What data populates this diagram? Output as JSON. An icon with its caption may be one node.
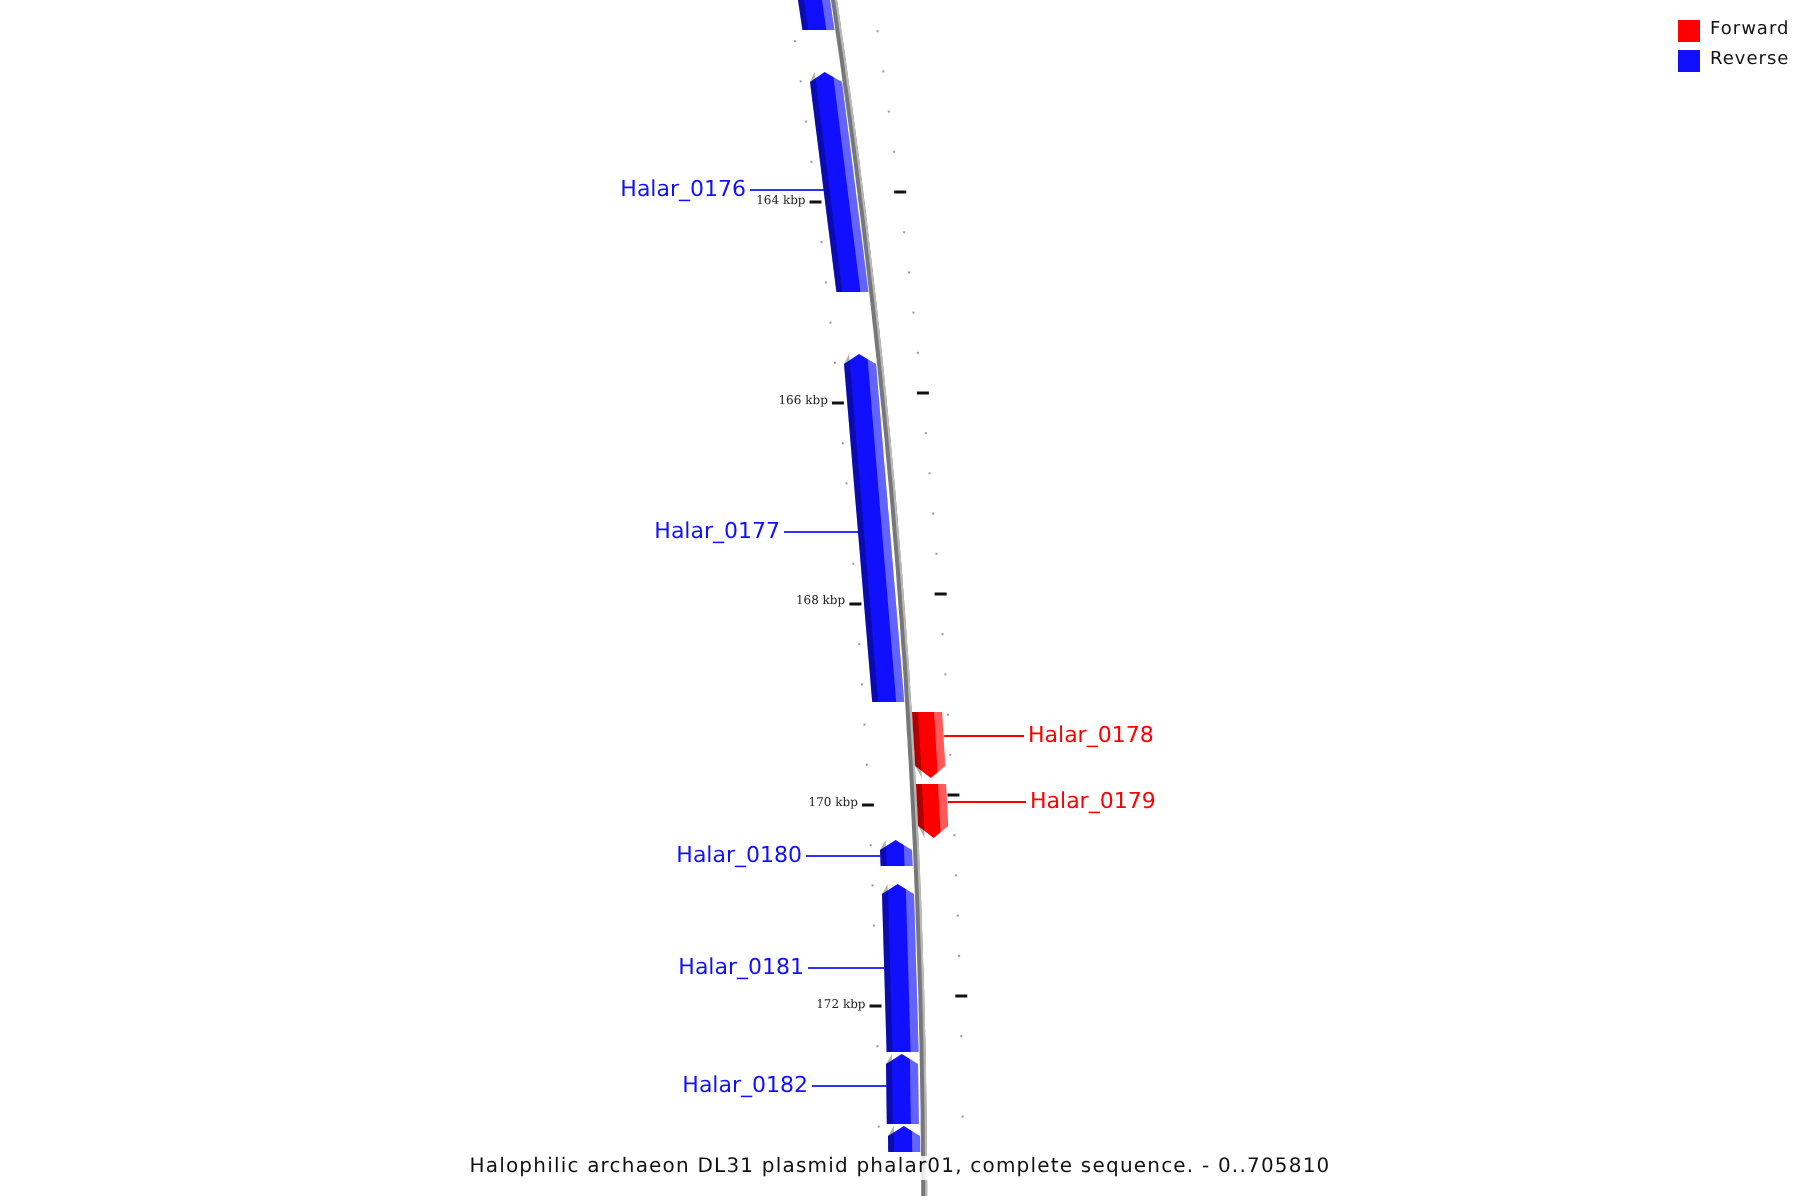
{
  "diagram": {
    "caption": "Halophilic archaeon DL31 plasmid phalar01, complete sequence. - 0..705810",
    "nodes": [
      {
        "text": [],
        "shape": "arrow"
      },
      {
        "text": [
          "Halar_0176"
        ]
      },
      {
        "text": [],
        "shape": "arrow"
      },
      {
        "text": [
          "Halar_0177"
        ]
      },
      {
        "text": [],
        "shape": "arrow"
      },
      {
        "text": [
          "Halar_0178"
        ]
      },
      {
        "text": [],
        "shape": "arrow"
      },
      {
        "text": [
          "Halar_0179"
        ]
      },
      {
        "text": [],
        "shape": "arrow"
      },
      {
        "text": [
          "Halar_0180"
        ]
      },
      {
        "text": [],
        "shape": "arrow"
      },
      {
        "text": [
          "Halar_0181"
        ]
      },
      {
        "text": [],
        "shape": "arrow"
      },
      {
        "text": [
          "Halar_0182"
        ]
      },
      {
        "text": [],
        "shape": "arrow"
      },
      {
        "text": [],
        "shape": "arrow"
      }
    ],
    "edges": [
      {
        "from": 1,
        "to": 2,
        "arrow": "none"
      },
      {
        "from": 3,
        "to": 4,
        "arrow": "none"
      },
      {
        "from": 5,
        "to": 6,
        "arrow": "none",
        "color": "#ff0000"
      },
      {
        "from": 7,
        "to": 8,
        "arrow": "none",
        "color": "#ff0000"
      },
      {
        "from": 9,
        "to": 10,
        "arrow": "none"
      },
      {
        "from": 11,
        "to": 12,
        "arrow": "none"
      },
      {
        "from": 13,
        "to": 14,
        "arrow": "none"
      }
    ],
    "labels": [
      "164 kbp",
      "166 kbp",
      "168 kbp",
      "170 kbp",
      "172 kbp"
    ],
    "legend": [
      {
        "text": "Forward",
        "color": "#ff0000"
      },
      {
        "text": "Reverse",
        "color": "#1010ff"
      }
    ]
  }
}
